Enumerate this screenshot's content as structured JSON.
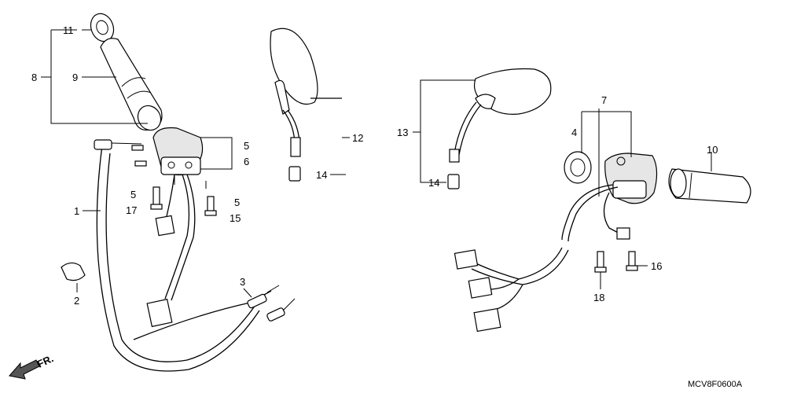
{
  "diagram": {
    "code": "MCV8F0600A",
    "direction_label": "FR.",
    "labels": {
      "l1": "1",
      "l2": "2",
      "l3": "3",
      "l4": "4",
      "l5a": "5",
      "l5b": "5",
      "l5c": "5",
      "l6": "6",
      "l7": "7",
      "l8": "8",
      "l9": "9",
      "l10": "10",
      "l11": "11",
      "l12": "12",
      "l13": "13",
      "l14a": "14",
      "l14b": "14",
      "l15": "15",
      "l16": "16",
      "l17": "17",
      "l18": "18"
    }
  }
}
